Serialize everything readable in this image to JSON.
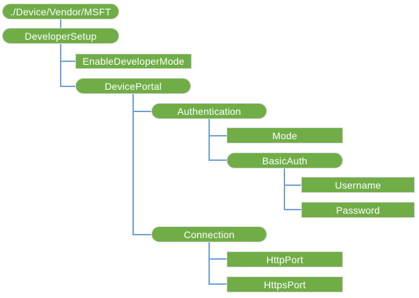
{
  "diagram": {
    "type": "tree-hierarchy",
    "description": "Windows CSP node tree for ./Device/Vendor/MSFT DeveloperSetup",
    "colors": {
      "node_fill": "#70AD47",
      "node_border": "#D8D8D8",
      "node_text": "#FFFFFF",
      "connector": "#6EA0D7",
      "background": "#FFFFFF"
    },
    "nodes": [
      {
        "id": "root",
        "label": "./Device/Vendor/MSFT",
        "shape": "rounded",
        "parent": null,
        "level": 0
      },
      {
        "id": "developer-setup",
        "label": "DeveloperSetup",
        "shape": "rounded",
        "parent": "root",
        "level": 0
      },
      {
        "id": "enable-developer-mode",
        "label": "EnableDeveloperMode",
        "shape": "rect",
        "parent": "developer-setup",
        "level": 1
      },
      {
        "id": "device-portal",
        "label": "DevicePortal",
        "shape": "rounded",
        "parent": "developer-setup",
        "level": 1
      },
      {
        "id": "authentication",
        "label": "Authentication",
        "shape": "rounded",
        "parent": "device-portal",
        "level": 2
      },
      {
        "id": "mode",
        "label": "Mode",
        "shape": "rect",
        "parent": "authentication",
        "level": 3
      },
      {
        "id": "basic-auth",
        "label": "BasicAuth",
        "shape": "rounded",
        "parent": "authentication",
        "level": 3
      },
      {
        "id": "username",
        "label": "Username",
        "shape": "rect",
        "parent": "basic-auth",
        "level": 4
      },
      {
        "id": "password",
        "label": "Password",
        "shape": "rect",
        "parent": "basic-auth",
        "level": 4
      },
      {
        "id": "connection",
        "label": "Connection",
        "shape": "rounded",
        "parent": "device-portal",
        "level": 2
      },
      {
        "id": "http-port",
        "label": "HttpPort",
        "shape": "rect",
        "parent": "connection",
        "level": 3
      },
      {
        "id": "https-port",
        "label": "HttpsPort",
        "shape": "rect",
        "parent": "connection",
        "level": 3
      }
    ]
  }
}
